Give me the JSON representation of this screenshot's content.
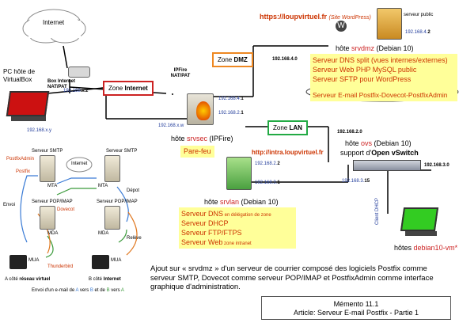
{
  "internet": "Internet",
  "pc_host": {
    "title": "PC hôte de VirtualBox",
    "ip": "192.168.x.y"
  },
  "box": {
    "title": "Box Internet NAT/PAT",
    "ip_prefix": "192.168",
    "ip_suffix": ".x.z"
  },
  "zone_internet": {
    "label_prefix": "Zone ",
    "label_bold": "Internet"
  },
  "zone_dmz": {
    "label_prefix": "Zone ",
    "label_bold": "DMZ"
  },
  "zone_lan": {
    "label_prefix": "Zone ",
    "label_bold": "LAN"
  },
  "ipfire": {
    "title": "IPFire NAT/PAT",
    "ip_w": "192.168.x.w",
    "ip_dmz": "192.168.4.",
    "ip_dmz_last": "1",
    "ip_lan": "192.168.2.",
    "ip_lan_last": "1",
    "host_prefix": "hôte ",
    "host_name": "srvsec",
    "host_suffix": " (IPFire)",
    "role": "Pare-feu"
  },
  "srvdmz": {
    "url_prefix": "https",
    "url_rest": "://loupvirtuel.fr",
    "url_note": "(Site WordPress)",
    "label": "serveur public",
    "ip": "192.168.4.",
    "ip_last": "2",
    "host_prefix": "hôte ",
    "host_name": "srvdmz",
    "host_suffix": " (Debian 10)",
    "net": "192.168.4.0",
    "services": [
      "Serveur DNS split (vues internes/externes)",
      "Serveur Web PHP MySQL public",
      "Serveur SFTP pour WordPress"
    ],
    "mail_service": "Serveur E-mail Postfix-Dovecot-PostfixAdmin"
  },
  "srvlan": {
    "url": "http://intra.loupvirtuel.fr",
    "ip_a": "192.168.2.",
    "ip_a_last": "2",
    "ip_b": "192.168.3.",
    "ip_b_last": "1",
    "host_prefix": "hôte ",
    "host_name": "srvlan",
    "host_suffix": " (Debian 10)",
    "services": [
      {
        "main": "Serveur DNS",
        "note": " en délégation de zone"
      },
      {
        "main": "Serveur DHCP",
        "note": ""
      },
      {
        "main": "Serveur FTP/FTPS",
        "note": ""
      },
      {
        "main": "Serveur Web",
        "note": " zone intranet"
      }
    ]
  },
  "ovs": {
    "net_lan": "192.168.2.0",
    "host_prefix": "hôte ",
    "host_name": "ovs",
    "host_suffix": " (Debian 10)",
    "support_prefix": "support d'",
    "support_bold": "Open vSwitch",
    "ip": "192.168.3.",
    "ip_last": "15",
    "net_3": "192.168.3.0",
    "dhcp": "Client DHCP"
  },
  "client": {
    "prefix": "hôtes ",
    "name": "debian10-vm*"
  },
  "mail_diagram": {
    "smtp_a": "Serveur SMTP",
    "smtp_b": "Serveur SMTP",
    "postfixadmin": "PostfixAdmin",
    "postfix": "Postfix",
    "internet": "Internet",
    "mta_a": "MTA",
    "mta_b": "MTA",
    "depot": "Dépot",
    "envoi": "Envoi",
    "pop_a": "Serveur POP/IMAP",
    "pop_b": "Serveur POP/IMAP",
    "dovecot": "Dovecot",
    "mda_a": "MDA",
    "mda_b": "MDA",
    "releve": "Relève",
    "mua_a": "MUA",
    "mua_b": "MUA",
    "thunderbird": "Thunderbird",
    "side_a_prefix": "A côté ",
    "side_a_bold": "réseau virtuel",
    "side_b_prefix": "B côté ",
    "side_b_bold": "Internet",
    "caption_1": "Envoi d'un e-mail de ",
    "caption_a": "A",
    "caption_2": " vers ",
    "caption_b": "B",
    "caption_3": " et de ",
    "caption_b2": "B",
    "caption_4": " vers ",
    "caption_a2": "A"
  },
  "description": "Ajout sur « srvdmz » d'un serveur de courrier composé des logiciels Postfix comme serveur SMTP, Dovecot comme serveur POP/IMAP et PostfixAdmin comme interface graphique d'administration.",
  "memento": {
    "line1": "Mémento 11.1",
    "line2": "Article: Serveur E-mail Postfix - Partie 1"
  }
}
